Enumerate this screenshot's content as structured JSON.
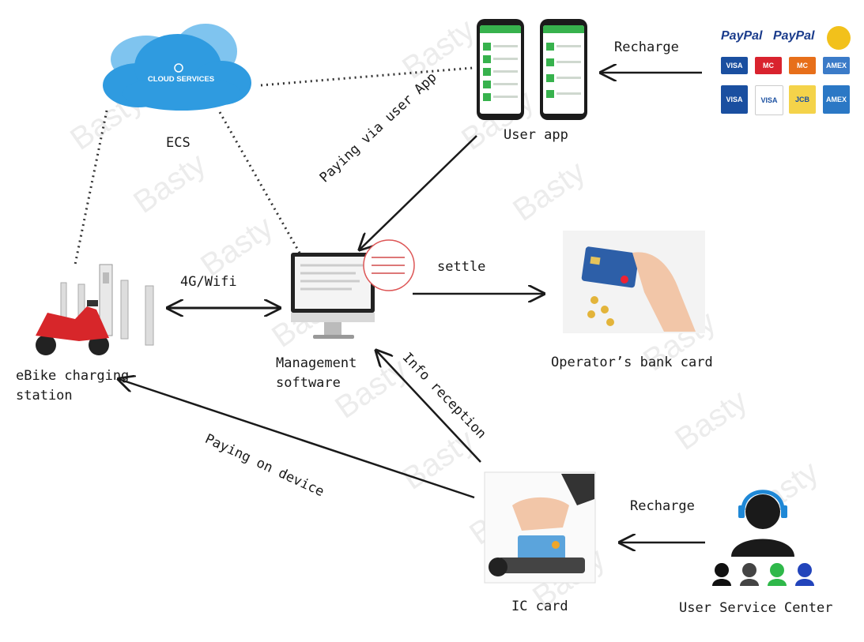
{
  "nodes": {
    "cloud": {
      "inner_text": "CLOUD SERVICES",
      "label": "ECS"
    },
    "user_app": {
      "label": "User app"
    },
    "payment_methods": {
      "paypal": "PayPal",
      "tiles": [
        "VISA",
        "MC",
        "MC",
        "AMEX",
        "VISA",
        "VISA",
        "JCB",
        "AMEX"
      ]
    },
    "ebike_station": {
      "label_line1": "eBike charging",
      "label_line2": "station"
    },
    "management": {
      "label_line1": "Management",
      "label_line2": "software"
    },
    "bank_card": {
      "label": "Operator’s bank card"
    },
    "ic_card": {
      "label": "IC card"
    },
    "service_center": {
      "label": "User Service Center"
    }
  },
  "edges": {
    "recharge_app": "Recharge",
    "paying_via_app": "Paying via user App",
    "link_4g": "4G/Wifi",
    "settle": "settle",
    "info_reception": "Info reception",
    "paying_on_device": "Paying on device",
    "recharge_ic": "Recharge"
  },
  "watermark": "Basty",
  "colors": {
    "cloud": "#2f9be0",
    "app_green": "#37b24d",
    "scooter_red": "#d7262a",
    "headset_blue": "#1f88d6"
  }
}
